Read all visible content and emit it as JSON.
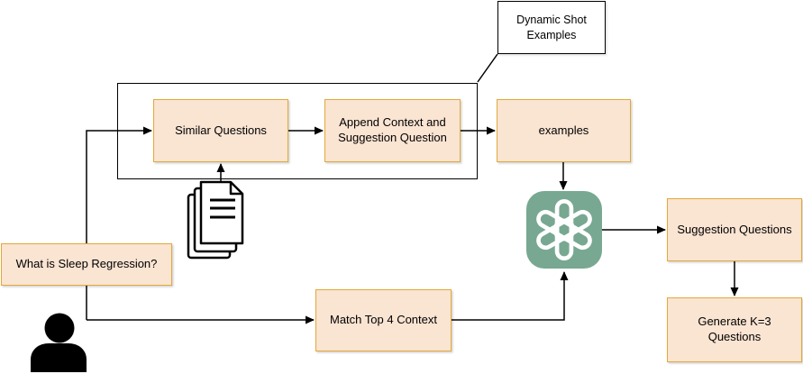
{
  "diagram": {
    "nodes": {
      "dynamic_shot_examples": "Dynamic Shot\nExamples",
      "similar_questions": "Similar Questions",
      "append_context": "Append Context and\nSuggestion Question",
      "examples": "examples",
      "user_question": "What is Sleep Regression?",
      "match_top4": "Match Top 4 Context",
      "suggestion_questions": "Suggestion Questions",
      "generate_k3": "Generate K=3\nQuestions"
    },
    "icons": {
      "llm": "openai-logo",
      "documents": "documents-stack",
      "user": "person"
    },
    "edges": [
      {
        "from": "user_question",
        "to": "similar_questions"
      },
      {
        "from": "user_question",
        "to": "match_top4"
      },
      {
        "from": "similar_questions",
        "to": "append_context"
      },
      {
        "from": "append_context",
        "to": "examples"
      },
      {
        "from": "documents",
        "to": "similar_questions"
      },
      {
        "from": "examples",
        "to": "openai_logo"
      },
      {
        "from": "match_top4",
        "to": "openai_logo"
      },
      {
        "from": "openai_logo",
        "to": "suggestion_questions"
      },
      {
        "from": "suggestion_questions",
        "to": "generate_k3"
      },
      {
        "from": "dynamic_shot_examples",
        "to": "group_frame",
        "style": "callout-line"
      }
    ]
  },
  "colors": {
    "node_fill": "#fae4d2",
    "node_border": "#e2a93a",
    "logo_bg": "#78a891",
    "arrow": "#000000"
  }
}
